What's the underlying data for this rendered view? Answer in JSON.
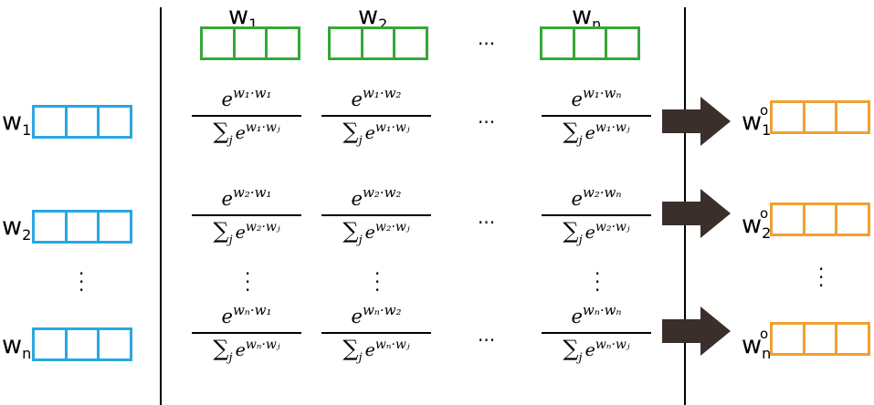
{
  "colors": {
    "input_vector": "#2aa7e0",
    "key_vector": "#35a838",
    "output_vector": "#f0a030",
    "arrow": "#3a2f2b"
  },
  "top_labels": [
    {
      "base": "w",
      "sub": "1"
    },
    {
      "base": "w",
      "sub": "2"
    },
    {
      "base": "w",
      "sub": "n"
    }
  ],
  "left_labels": [
    {
      "base": "w",
      "sub": "1"
    },
    {
      "base": "w",
      "sub": "2"
    },
    {
      "base": "w",
      "sub": "n"
    }
  ],
  "right_labels": [
    {
      "base": "w",
      "sub": "1",
      "sup": "o"
    },
    {
      "base": "w",
      "sub": "2",
      "sup": "o"
    },
    {
      "base": "w",
      "sub": "n",
      "sup": "o"
    }
  ],
  "ellipsis_h": "···",
  "rows": [
    {
      "cells": [
        {
          "num_base": "e",
          "num_exp": "w₁·w₁",
          "den_sigma": "∑",
          "den_sub": "j",
          "den_base": "e",
          "den_exp": "w₁·wⱼ"
        },
        {
          "num_base": "e",
          "num_exp": "w₁·w₂",
          "den_sigma": "∑",
          "den_sub": "j",
          "den_base": "e",
          "den_exp": "w₁·wⱼ"
        },
        {
          "num_base": "e",
          "num_exp": "w₁·wₙ",
          "den_sigma": "∑",
          "den_sub": "j",
          "den_base": "e",
          "den_exp": "w₁·wⱼ"
        }
      ]
    },
    {
      "cells": [
        {
          "num_base": "e",
          "num_exp": "w₂·w₁",
          "den_sigma": "∑",
          "den_sub": "j",
          "den_base": "e",
          "den_exp": "w₂·wⱼ"
        },
        {
          "num_base": "e",
          "num_exp": "w₂·w₂",
          "den_sigma": "∑",
          "den_sub": "j",
          "den_base": "e",
          "den_exp": "w₂·wⱼ"
        },
        {
          "num_base": "e",
          "num_exp": "w₂·wₙ",
          "den_sigma": "∑",
          "den_sub": "j",
          "den_base": "e",
          "den_exp": "w₂·wⱼ"
        }
      ]
    },
    {
      "cells": [
        {
          "num_base": "e",
          "num_exp": "wₙ·w₁",
          "den_sigma": "∑",
          "den_sub": "j",
          "den_base": "e",
          "den_exp": "wₙ·wⱼ"
        },
        {
          "num_base": "e",
          "num_exp": "wₙ·w₂",
          "den_sigma": "∑",
          "den_sub": "j",
          "den_base": "e",
          "den_exp": "wₙ·wⱼ"
        },
        {
          "num_base": "e",
          "num_exp": "wₙ·wₙ",
          "den_sigma": "∑",
          "den_sub": "j",
          "den_base": "e",
          "den_exp": "wₙ·wⱼ"
        }
      ]
    }
  ]
}
